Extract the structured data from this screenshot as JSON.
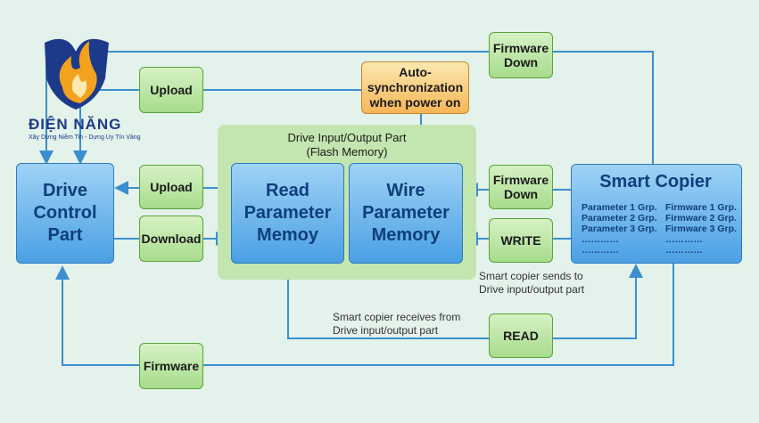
{
  "logo": {
    "brand": "ĐIỆN NĂNG",
    "tagline": "Xây Dựng Niềm Tin - Dựng Uy Tín Vàng",
    "icon": "flame-shield-logo"
  },
  "flash": {
    "title_line1": "Drive Input/Output Part",
    "title_line2": "(Flash Memory)"
  },
  "nodes": {
    "drive_control": [
      "Drive",
      "Control",
      "Part"
    ],
    "read_param": [
      "Read",
      "Parameter",
      "Memoy"
    ],
    "wire_param": [
      "Wire",
      "Parameter",
      "Memory"
    ],
    "auto_sync": [
      "Auto-",
      "synchronization",
      "when power on"
    ],
    "upload_top": "Upload",
    "upload_mid": "Upload",
    "download": "Download",
    "firmware_down_top": [
      "Firmware",
      "Down"
    ],
    "firmware_down_mid": [
      "Firmware",
      "Down"
    ],
    "write": "WRITE",
    "read": "READ",
    "firmware_bottom": "Firmware"
  },
  "smart_copier": {
    "title": "Smart Copier",
    "params": [
      "Parameter 1 Grp.",
      "Parameter 2 Grp.",
      "Parameter 3 Grp.",
      "…………",
      "…………"
    ],
    "firmware": [
      "Firmware 1 Grp.",
      "Firmware 2 Grp.",
      "Firmware 3 Grp.",
      "…………",
      "…………"
    ]
  },
  "notes": {
    "sends": [
      "Smart copier sends to",
      "Drive input/output part"
    ],
    "receives": [
      "Smart copier receives from",
      "Drive input/output part"
    ]
  },
  "colors": {
    "background": "#e3f2ea",
    "line": "#3b8fd0",
    "green_box": "#a7dc8c",
    "blue_box": "#4aa0e4",
    "orange_box": "#f6b657",
    "flash_zone": "#c3e5b0"
  }
}
